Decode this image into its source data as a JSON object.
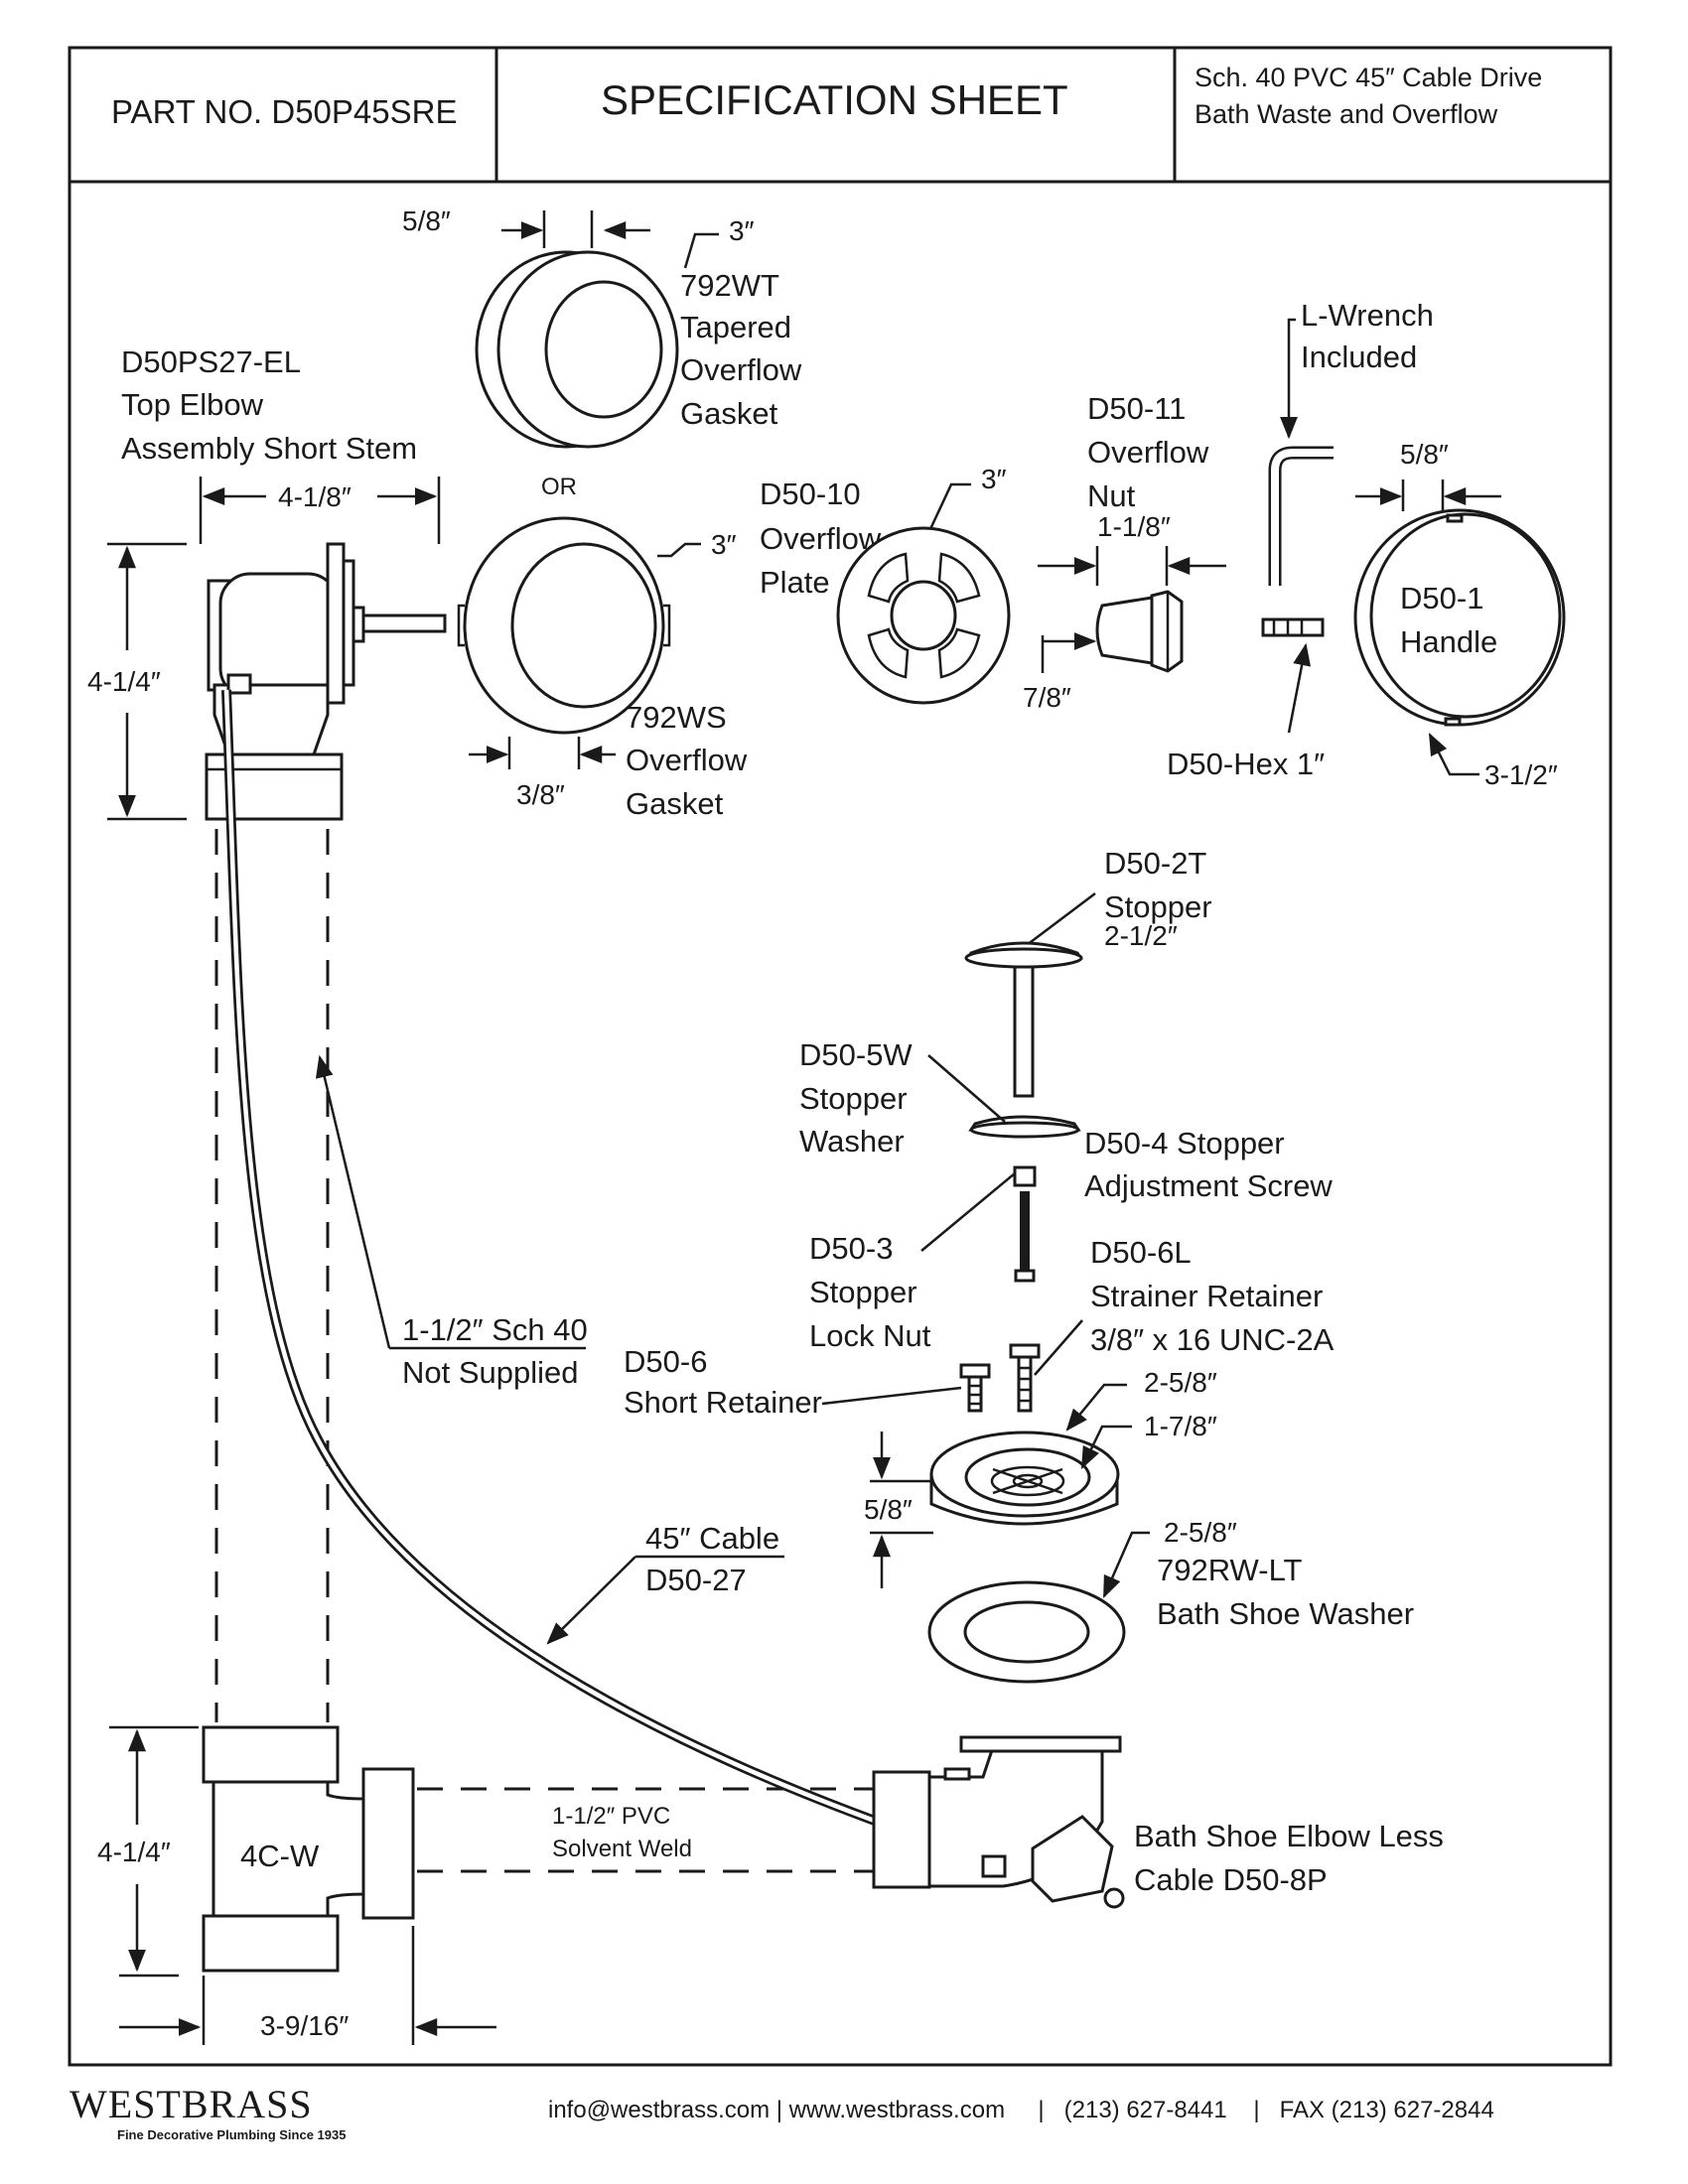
{
  "header": {
    "part_no": "PART NO.  D50P45SRE",
    "title": "SPECIFICATION SHEET",
    "desc_line1": "Sch. 40 PVC 45″ Cable Drive",
    "desc_line2": "Bath Waste and Overflow"
  },
  "labels": {
    "gasket_wt": [
      "792WT",
      "Tapered",
      "Overflow",
      "Gasket"
    ],
    "or": "OR",
    "gasket_ws": [
      "792WS",
      "Overflow",
      "Gasket"
    ],
    "top_elbow": [
      "D50PS27-EL",
      "Top Elbow",
      "Assembly Short Stem"
    ],
    "overflow_plate": [
      "D50-10",
      "Overflow",
      "Plate"
    ],
    "overflow_nut": [
      "D50-11",
      "Overflow",
      "Nut"
    ],
    "l_wrench": [
      "L-Wrench",
      "Included"
    ],
    "handle": [
      "D50-1",
      "Handle"
    ],
    "hex": "D50-Hex 1″",
    "stopper": [
      "D50-2T",
      "Stopper"
    ],
    "stopper_washer": [
      "D50-5W",
      "Stopper",
      "Washer"
    ],
    "adj_screw": [
      "D50-4 Stopper",
      "Adjustment Screw"
    ],
    "lock_nut": [
      "D50-3",
      "Stopper",
      "Lock Nut"
    ],
    "strainer_ret": [
      "D50-6L",
      "Strainer Retainer",
      "3/8″ x 16 UNC-2A"
    ],
    "short_ret": [
      "D50-6",
      "Short Retainer"
    ],
    "pipe": [
      "1-1/2″ Sch 40",
      "Not Supplied"
    ],
    "cable": [
      "45″ Cable",
      "D50-27"
    ],
    "shoe_washer": [
      "792RW-LT",
      "Bath Shoe Washer"
    ],
    "tee": "4C-W",
    "solvent": [
      "1-1/2″ PVC",
      "Solvent Weld"
    ],
    "shoe_elbow": [
      "Bath Shoe Elbow Less",
      "Cable D50-8P"
    ]
  },
  "dims": {
    "wt_width": "5/8″",
    "wt_dia": "3″",
    "ws_dia": "3″",
    "ws_width": "3/8″",
    "elbow_width": "4-1/8″",
    "elbow_height": "4-1/4″",
    "plate_dia": "3″",
    "nut_width": "1-1/8″",
    "nut_len": "7/8″",
    "handle_width": "5/8″",
    "handle_dia": "3-1/2″",
    "stopper_dia": "2-1/2″",
    "strainer_dia": "2-5/8″",
    "strainer_inner": "1-7/8″",
    "strainer_height": "5/8″",
    "washer_dia": "2-5/8″",
    "tee_height": "4-1/4″",
    "tee_width": "3-9/16″"
  },
  "footer": {
    "brand": "WESTBRASS",
    "tagline": "Fine Decorative Plumbing Since 1935",
    "contact": "info@westbrass.com | www.westbrass.com     |   (213) 627-8441    |   FAX (213) 627-2844"
  }
}
